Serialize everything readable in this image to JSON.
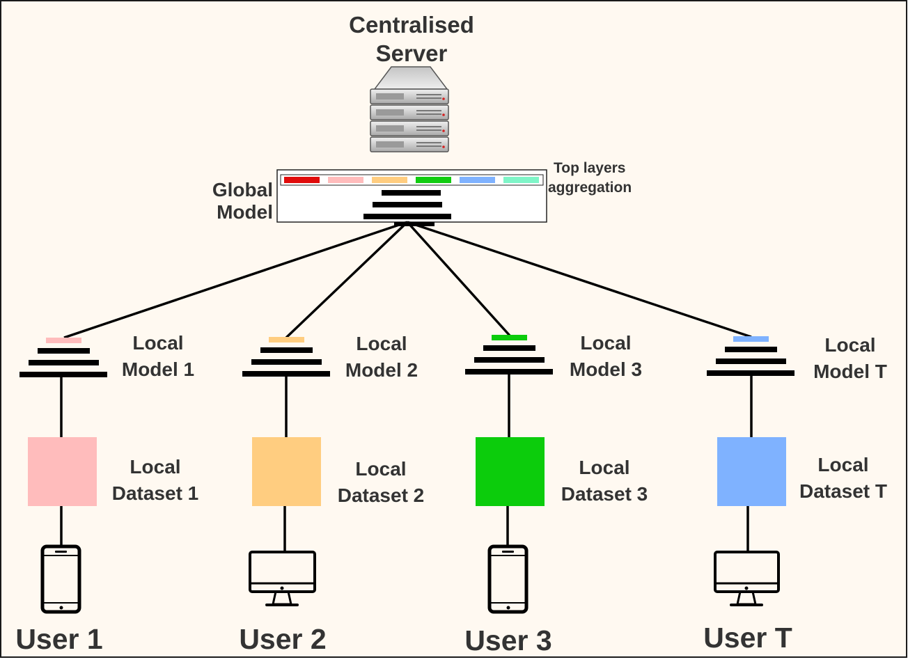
{
  "server": {
    "title_line1": "Centralised",
    "title_line2": "Server",
    "icon": "server-rack-icon"
  },
  "global_model": {
    "label_line1": "Global",
    "label_line2": "Model",
    "aggregation_line1": "Top layers",
    "aggregation_line2": "aggregation",
    "top_layer_colors": [
      "#e00b0b",
      "#ffbcbc",
      "#ffcd80",
      "#11cc11",
      "#7fb2ff",
      "#7ff5c8"
    ]
  },
  "clients": [
    {
      "model_line1": "Local",
      "model_line2": "Model 1",
      "dataset_line1": "Local",
      "dataset_line2": "Dataset 1",
      "user": "User 1",
      "device": "smartphone-icon",
      "color": "#ffbcbc"
    },
    {
      "model_line1": "Local",
      "model_line2": "Model 2",
      "dataset_line1": "Local",
      "dataset_line2": "Dataset 2",
      "user": "User 2",
      "device": "desktop-monitor-icon",
      "color": "#ffcd80"
    },
    {
      "model_line1": "Local",
      "model_line2": "Model 3",
      "dataset_line1": "Local",
      "dataset_line2": "Dataset 3",
      "user": "User 3",
      "device": "smartphone-icon",
      "color": "#0ccc0c"
    },
    {
      "model_line1": "Local",
      "model_line2": "Model T",
      "dataset_line1": "Local",
      "dataset_line2": "Dataset T",
      "user": "User T",
      "device": "desktop-monitor-icon",
      "color": "#7fb2ff"
    }
  ]
}
